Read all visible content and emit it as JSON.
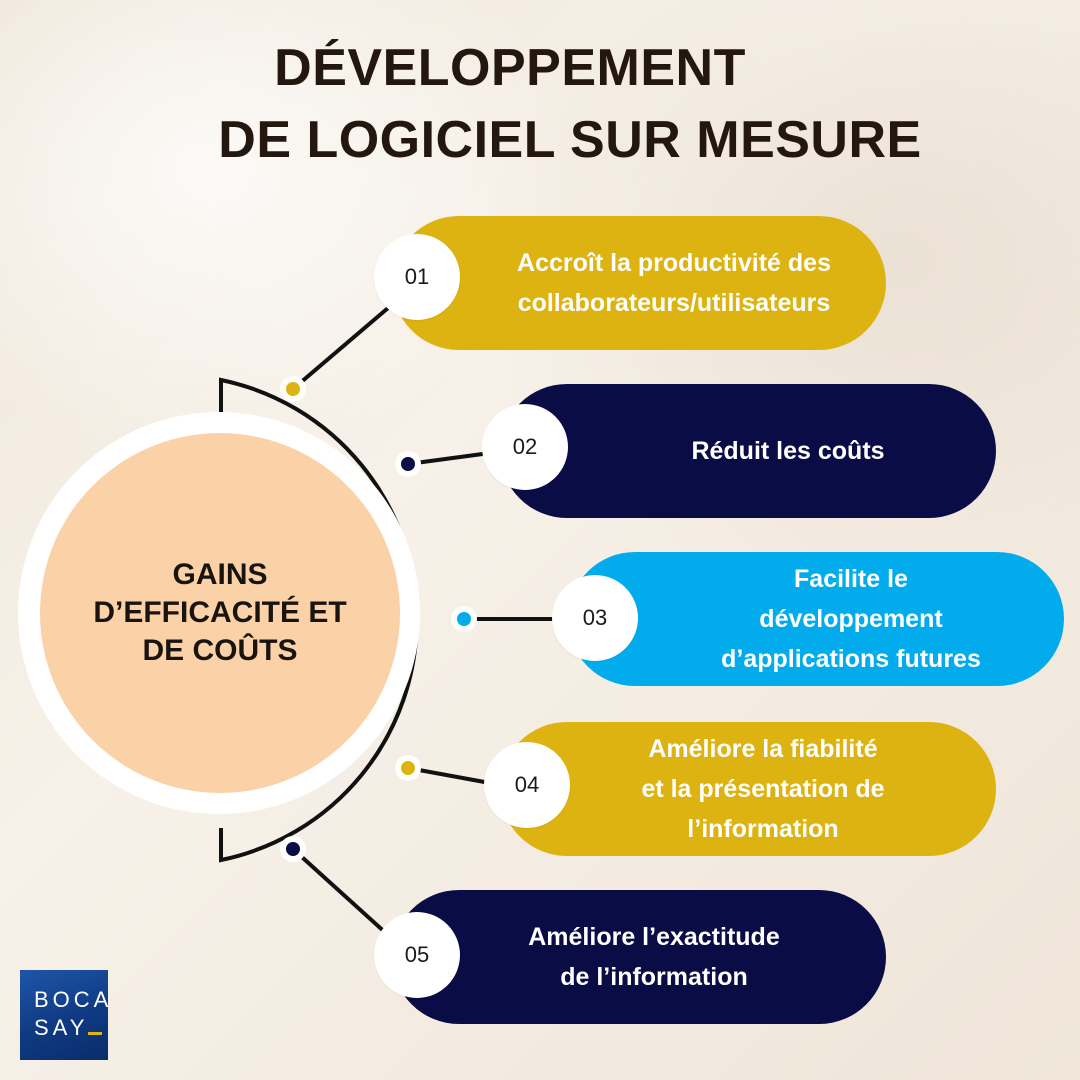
{
  "title": {
    "line1": "DÉVELOPPEMENT",
    "line2": "DE LOGICIEL SUR MESURE"
  },
  "center": {
    "label": "GAINS\nD’EFFICACITÉ ET\nDE COÛTS"
  },
  "items": [
    {
      "number": "01",
      "text": "Accroît la productivité des\ncollaborateurs/utilisateurs",
      "color": "#ddb311"
    },
    {
      "number": "02",
      "text": "Réduit les coûts",
      "color": "#0a0c45"
    },
    {
      "number": "03",
      "text": "Facilite le\ndéveloppement\nd’applications futures",
      "color": "#02acec"
    },
    {
      "number": "04",
      "text": "Améliore la fiabilité\net la présentation de\nl’information",
      "color": "#ddb311"
    },
    {
      "number": "05",
      "text": "Améliore l’exactitude\nde l’information",
      "color": "#0a0c45"
    }
  ],
  "logo": {
    "line1": "BOCA",
    "line2": "SAY"
  },
  "colors": {
    "background": "#f3ece3",
    "title": "#23170f",
    "center_fill": "#fbd2a7",
    "gold": "#ddb311",
    "navy": "#0a0c45",
    "cyan": "#02acec"
  }
}
